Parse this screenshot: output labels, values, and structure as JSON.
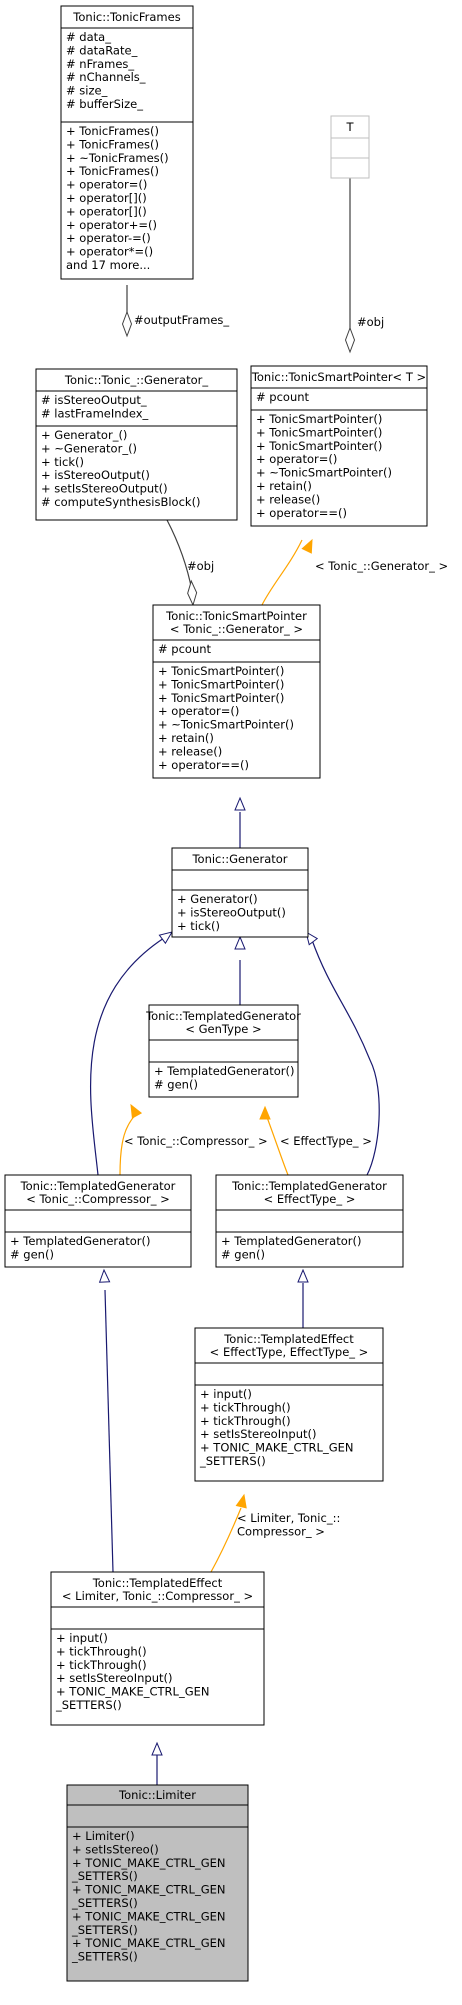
{
  "classes": [
    {
      "id": "tonicframes",
      "title": [
        "Tonic::TonicFrames"
      ],
      "attributes": [
        "# data_",
        "# dataRate_",
        "# nFrames_",
        "# nChannels_",
        "# size_",
        "# bufferSize_"
      ],
      "methods": [
        "+ TonicFrames()",
        "+ TonicFrames()",
        "+ ~TonicFrames()",
        "+ TonicFrames()",
        "+ operator=()",
        "+ operator[]()",
        "+ operator[]()",
        "+ operator+=()",
        "+ operator-=()",
        "+ operator*=()",
        "and 17 more..."
      ],
      "style": "normal"
    },
    {
      "id": "template-t",
      "title": [
        "T"
      ],
      "attributes": [],
      "methods": [],
      "style": "template"
    },
    {
      "id": "generator-impl",
      "title": [
        "Tonic::Tonic_::Generator_"
      ],
      "attributes": [
        "# isStereoOutput_",
        "# lastFrameIndex_"
      ],
      "methods": [
        "+ Generator_()",
        "+ ~Generator_()",
        "+ tick()",
        "+ isStereoOutput()",
        "+ setIsStereoOutput()",
        "# computeSynthesisBlock()"
      ],
      "style": "normal"
    },
    {
      "id": "smartpointer-t",
      "title": [
        "Tonic::TonicSmartPointer< T >"
      ],
      "attributes": [
        "# pcount"
      ],
      "methods": [
        "+ TonicSmartPointer()",
        "+ TonicSmartPointer()",
        "+ TonicSmartPointer()",
        "+ operator=()",
        "+ ~TonicSmartPointer()",
        "+ retain()",
        "+ release()",
        "+ operator==()"
      ],
      "style": "normal"
    },
    {
      "id": "smartpointer-gen",
      "title": [
        "Tonic::TonicSmartPointer",
        "< Tonic_::Generator_ >"
      ],
      "attributes": [
        "# pcount"
      ],
      "methods": [
        "+ TonicSmartPointer()",
        "+ TonicSmartPointer()",
        "+ TonicSmartPointer()",
        "+ operator=()",
        "+ ~TonicSmartPointer()",
        "+ retain()",
        "+ release()",
        "+ operator==()"
      ],
      "style": "normal"
    },
    {
      "id": "generator",
      "title": [
        "Tonic::Generator"
      ],
      "attributes": [],
      "methods": [
        "+ Generator()",
        "+ isStereoOutput()",
        "+ tick()"
      ],
      "style": "normal"
    },
    {
      "id": "templatedgen-gentype",
      "title": [
        "Tonic::TemplatedGenerator",
        "< GenType >"
      ],
      "attributes": [],
      "methods": [
        "+ TemplatedGenerator()",
        "# gen()"
      ],
      "style": "normal"
    },
    {
      "id": "templatedgen-compressor",
      "title": [
        "Tonic::TemplatedGenerator",
        "< Tonic_::Compressor_ >"
      ],
      "attributes": [],
      "methods": [
        "+ TemplatedGenerator()",
        "# gen()"
      ],
      "style": "normal"
    },
    {
      "id": "templatedgen-effecttype",
      "title": [
        "Tonic::TemplatedGenerator",
        "< EffectType_ >"
      ],
      "attributes": [],
      "methods": [
        "+ TemplatedGenerator()",
        "# gen()"
      ],
      "style": "normal"
    },
    {
      "id": "templatedeffect-generic",
      "title": [
        "Tonic::TemplatedEffect",
        "< EffectType, EffectType_ >"
      ],
      "attributes": [],
      "methods": [
        "+ input()",
        "+ tickThrough()",
        "+ tickThrough()",
        "+ setIsStereoInput()",
        "+ TONIC_MAKE_CTRL_GEN",
        "_SETTERS()"
      ],
      "style": "normal"
    },
    {
      "id": "templatedeffect-limiter",
      "title": [
        "Tonic::TemplatedEffect",
        "< Limiter, Tonic_::Compressor_ >"
      ],
      "attributes": [],
      "methods": [
        "+ input()",
        "+ tickThrough()",
        "+ tickThrough()",
        "+ setIsStereoInput()",
        "+ TONIC_MAKE_CTRL_GEN",
        "_SETTERS()"
      ],
      "style": "normal"
    },
    {
      "id": "limiter",
      "title": [
        "Tonic::Limiter"
      ],
      "attributes": [],
      "methods": [
        "+ Limiter()",
        "+ setIsStereo()",
        "+ TONIC_MAKE_CTRL_GEN",
        "_SETTERS()",
        "+ TONIC_MAKE_CTRL_GEN",
        "_SETTERS()",
        "+ TONIC_MAKE_CTRL_GEN",
        "_SETTERS()",
        "+ TONIC_MAKE_CTRL_GEN",
        "_SETTERS()"
      ],
      "style": "highlight"
    }
  ],
  "edges": [
    {
      "id": "outputframes",
      "kind": "composition",
      "label": [
        "#outputFrames_"
      ]
    },
    {
      "id": "obj-t",
      "kind": "composition",
      "label": [
        "#obj"
      ]
    },
    {
      "id": "obj-gen",
      "kind": "composition",
      "label": [
        "#obj"
      ]
    },
    {
      "id": "tmpl-smartptr",
      "kind": "template",
      "label": [
        "< Tonic_::Generator_ >"
      ]
    },
    {
      "id": "gen-smartptr",
      "kind": "inheritance",
      "label": []
    },
    {
      "id": "gentype-gen",
      "kind": "inheritance",
      "label": []
    },
    {
      "id": "compressor-gen",
      "kind": "inheritance",
      "label": []
    },
    {
      "id": "effecttype-gen",
      "kind": "inheritance",
      "label": []
    },
    {
      "id": "tmpl-compressor",
      "kind": "template",
      "label": [
        "< Tonic_::Compressor_ >"
      ]
    },
    {
      "id": "tmpl-effecttype",
      "kind": "template",
      "label": [
        "< EffectType_ >"
      ]
    },
    {
      "id": "effect-effecttype",
      "kind": "inheritance",
      "label": []
    },
    {
      "id": "limitereffect-compressor",
      "kind": "inheritance",
      "label": []
    },
    {
      "id": "tmpl-limitereffect",
      "kind": "template",
      "label": [
        "< Limiter, Tonic_::",
        "Compressor_ >"
      ]
    },
    {
      "id": "limiter-limitereffect",
      "kind": "inheritance",
      "label": []
    }
  ],
  "colors": {
    "inheritance": "#191970",
    "template": "#ffa500",
    "composition": "#404040",
    "highlight_fill": "#bfbfbf",
    "box_stroke": "#000000",
    "template_stroke": "#bfbfbf"
  }
}
